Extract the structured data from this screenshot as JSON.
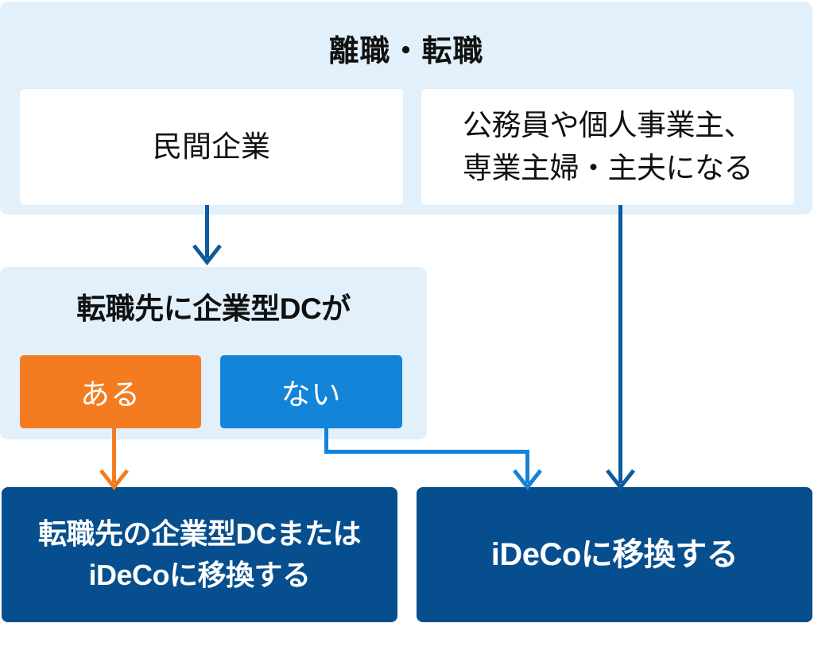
{
  "diagram": {
    "title": "離職・転職",
    "top_section": {
      "title": "離職・転職",
      "options": [
        {
          "id": "private-company",
          "label": "民間企業"
        },
        {
          "id": "public-servant-or-sole-proprietor",
          "label_line1": "公務員や個人事業主、",
          "label_line2": "専業主婦・主夫になる"
        }
      ]
    },
    "decision_section": {
      "question": "転職先に企業型DCが",
      "choices": [
        {
          "id": "yes",
          "label": "ある",
          "color": "#f47c20"
        },
        {
          "id": "no",
          "label": "ない",
          "color": "#1384d8"
        }
      ]
    },
    "results": [
      {
        "id": "transfer-to-new-dc-or-ideco",
        "line1": "転職先の企業型DCまたは",
        "line2": "iDeCoに移換する"
      },
      {
        "id": "transfer-to-ideco",
        "line1": "iDeCoに移換する"
      }
    ],
    "colors": {
      "panel_bg": "#e1f0fb",
      "white_box": "#ffffff",
      "orange": "#f47c20",
      "light_blue": "#1384d8",
      "dark_blue": "#064e8e",
      "arrow_dark": "#0d5b9e",
      "arrow_blue": "#1384d8",
      "arrow_orange": "#f47c20",
      "text_dark": "#111111",
      "text_light": "#ffffff"
    },
    "connectors": [
      {
        "id": "private-to-decision",
        "from": "private-company",
        "to": "decision",
        "color": "#0d5b9e",
        "shape": "straight-down"
      },
      {
        "id": "public-to-ideco",
        "from": "public-servant-or-sole-proprietor",
        "to": "transfer-to-ideco",
        "color": "#0d5b9e",
        "shape": "straight-down"
      },
      {
        "id": "yes-to-new-dc",
        "from": "yes",
        "to": "transfer-to-new-dc-or-ideco",
        "color": "#f47c20",
        "shape": "straight-down"
      },
      {
        "id": "no-to-ideco",
        "from": "no",
        "to": "transfer-to-ideco",
        "color": "#1384d8",
        "shape": "elbow"
      }
    ]
  }
}
